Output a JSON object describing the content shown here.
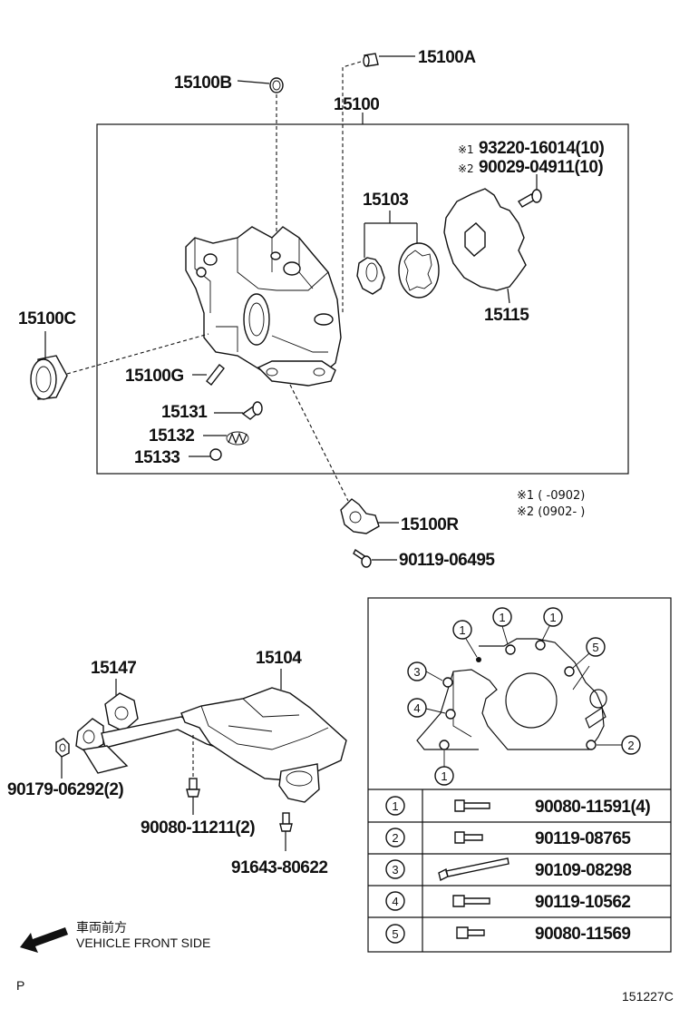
{
  "labels": {
    "p15100A": "15100A",
    "p15100B": "15100B",
    "p15100": "15100",
    "p15103": "15103",
    "p15115": "15115",
    "p15100C": "15100C",
    "p15100G": "15100G",
    "p15131": "15131",
    "p15132": "15132",
    "p15133": "15133",
    "p15100R": "15100R",
    "p90119_06495": "90119-06495",
    "p15147": "15147",
    "p15104": "15104",
    "p90179": "90179-06292(2)",
    "p90080_11211": "90080-11211(2)",
    "p91643": "91643-80622"
  },
  "alternates": {
    "alt1": "93220-16014(10)",
    "alt2": "90029-04911(10)",
    "mark1": "※1",
    "mark2": "※2"
  },
  "footnotes": {
    "note1": "※1 (        -0902)",
    "note2": "※2 (0902-        )"
  },
  "bolt_table": [
    {
      "num": "1",
      "part": "90080-11591(4)"
    },
    {
      "num": "2",
      "part": "90119-08765"
    },
    {
      "num": "3",
      "part": "90109-08298"
    },
    {
      "num": "4",
      "part": "90119-10562"
    },
    {
      "num": "5",
      "part": "90080-11569"
    }
  ],
  "detail_callouts": [
    "1",
    "1",
    "1",
    "5",
    "3",
    "4",
    "2",
    "1"
  ],
  "direction": {
    "jp": "車両前方",
    "en": "VEHICLE FRONT SIDE"
  },
  "page_letter": "P",
  "figure_code": "151227C"
}
